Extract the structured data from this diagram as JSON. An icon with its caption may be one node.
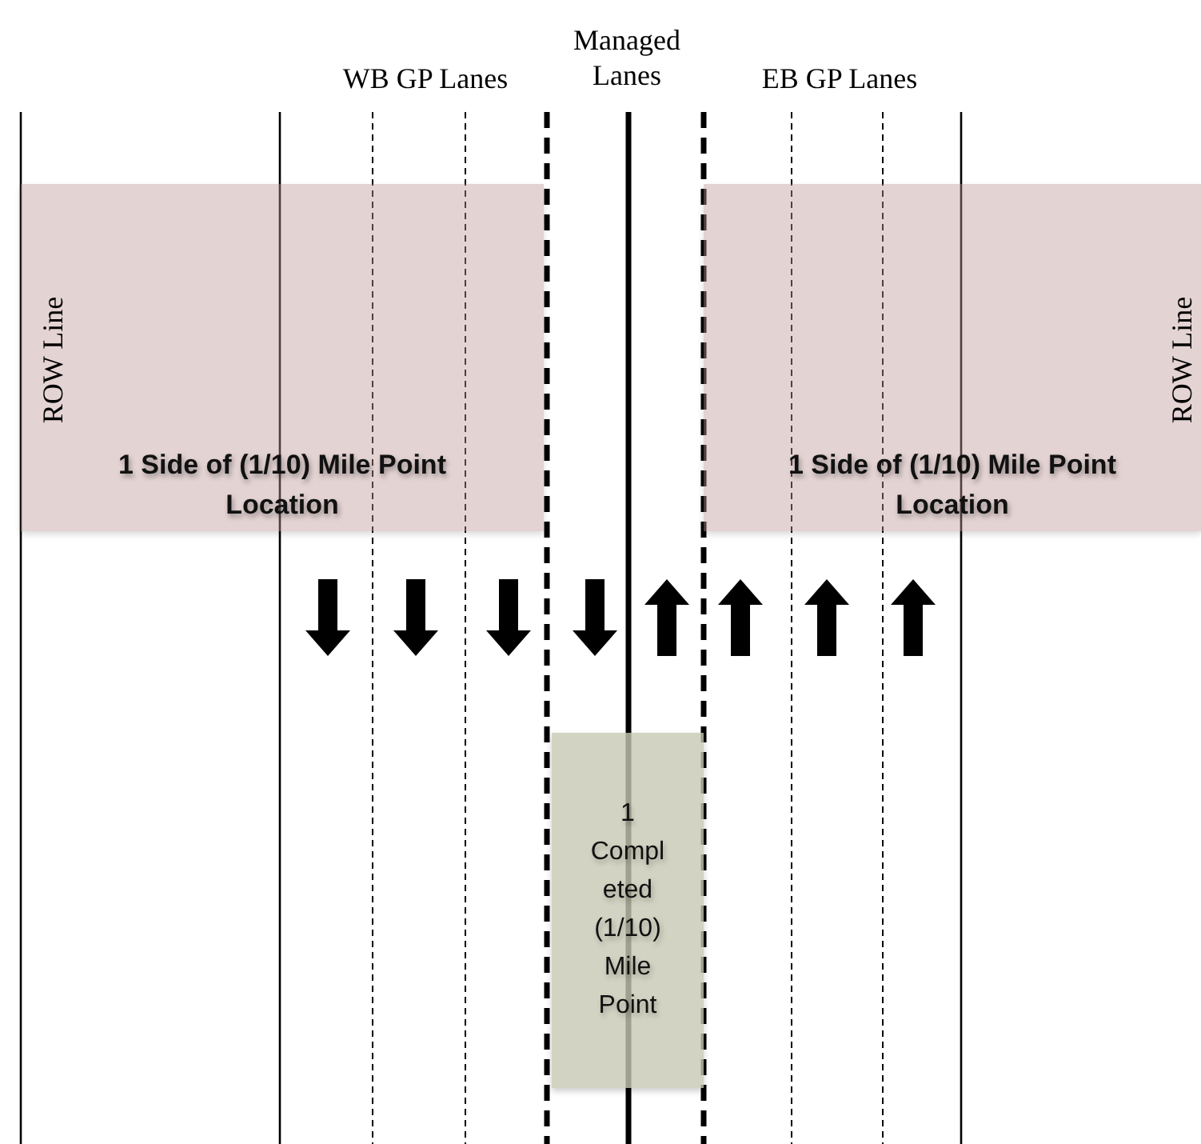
{
  "diagram": {
    "nodes": [
      {
        "text": [
          "1 Side of (1/10) Mile Point Location"
        ]
      },
      {
        "text": [
          "1 Side of (1/10) Mile Point Location"
        ]
      },
      {
        "text": [
          "1 Completed (1/10) Mile Point"
        ]
      }
    ],
    "labels": [
      "Managed Lanes",
      "WB GP Lanes",
      "EB GP Lanes",
      "ROW Line",
      "ROW Line"
    ]
  }
}
